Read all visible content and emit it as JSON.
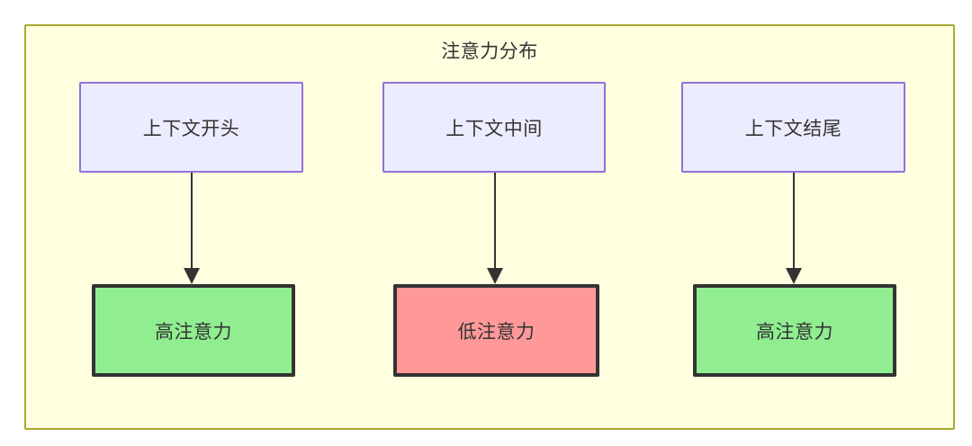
{
  "diagram": {
    "title": "注意力分布",
    "background_color": "#ffffe0",
    "border_color": "#aaaa33",
    "text_color": "#333333",
    "nodes": [
      {
        "id": "ctx-start",
        "label": "上下文开头",
        "row": "top",
        "fill": "#ececff",
        "stroke": "#9370db"
      },
      {
        "id": "ctx-middle",
        "label": "上下文中间",
        "row": "top",
        "fill": "#ececff",
        "stroke": "#9370db"
      },
      {
        "id": "ctx-end",
        "label": "上下文结尾",
        "row": "top",
        "fill": "#ececff",
        "stroke": "#9370db"
      },
      {
        "id": "attn-high-left",
        "label": "高注意力",
        "row": "bottom",
        "fill": "#90ee90",
        "stroke": "#333333"
      },
      {
        "id": "attn-low-middle",
        "label": "低注意力",
        "row": "bottom",
        "fill": "#ff9999",
        "stroke": "#333333"
      },
      {
        "id": "attn-high-right",
        "label": "高注意力",
        "row": "bottom",
        "fill": "#90ee90",
        "stroke": "#333333"
      }
    ],
    "edges": [
      {
        "from": "ctx-start",
        "to": "attn-high-left",
        "label": ""
      },
      {
        "from": "ctx-middle",
        "to": "attn-low-middle",
        "label": ""
      },
      {
        "from": "ctx-end",
        "to": "attn-high-right",
        "label": ""
      }
    ]
  }
}
